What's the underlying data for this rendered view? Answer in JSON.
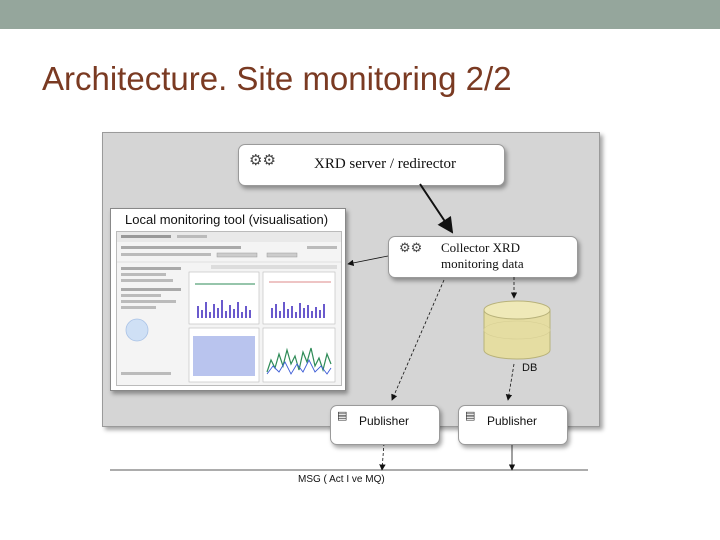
{
  "slide": {
    "title": "Architecture. Site monitoring 2/2"
  },
  "diagram": {
    "xrd_server": "XRD server / redirector",
    "collector_line1": "Collector XRD",
    "collector_line2": "monitoring data",
    "local_tool_title": "Local monitoring tool (visualisation)",
    "db_label": "DB",
    "publisher_1": "Publisher",
    "publisher_2": "Publisher",
    "msg_label": "MSG ( Act I ve MQ)"
  },
  "colors": {
    "topbar": "#95a69c",
    "title": "#7a3a22",
    "db_fill": "#e5dda2",
    "plot_bars": "#6a5acd",
    "plot_green": "#2e8b57"
  }
}
